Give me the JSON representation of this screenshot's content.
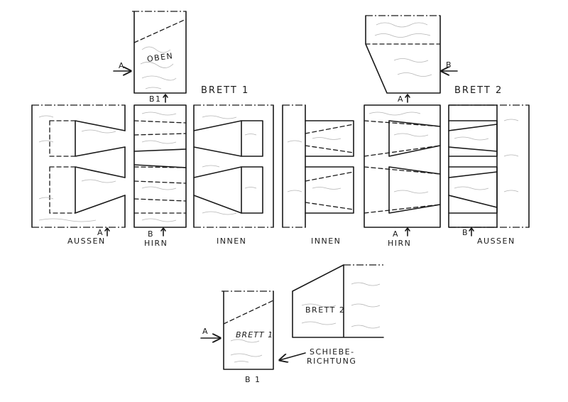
{
  "labels": {
    "oben": "OBEN",
    "a_top": "A",
    "b1_top": "B1",
    "b_right": "B",
    "a4_top": "A",
    "brett1_title": "BRETT 1",
    "brett2_title": "BRETT 2",
    "aussen_left": "AUSSEN",
    "a_left": "A",
    "b_hirn_left_b": "B",
    "hirn_left": "HIRN",
    "innen_left": "INNEN",
    "innen_right": "INNEN",
    "a_hirn_right_a": "A",
    "hirn_right": "HIRN",
    "b_aussen_right": "B",
    "aussen_right": "AUSSEN",
    "a_bottom": "A",
    "brett1_bottom": "BRETT 1",
    "brett2_bottom": "BRETT 2",
    "schiebe_1": "SCHIEBE-",
    "schiebe_2": "RICHTUNG",
    "b1_bottom": "B 1"
  },
  "colors": {
    "ink": "#1a1a1a",
    "grain": "#b5b5b5",
    "paper": "#ffffff"
  },
  "icons": {
    "arrow": "up-arrow-icon"
  }
}
